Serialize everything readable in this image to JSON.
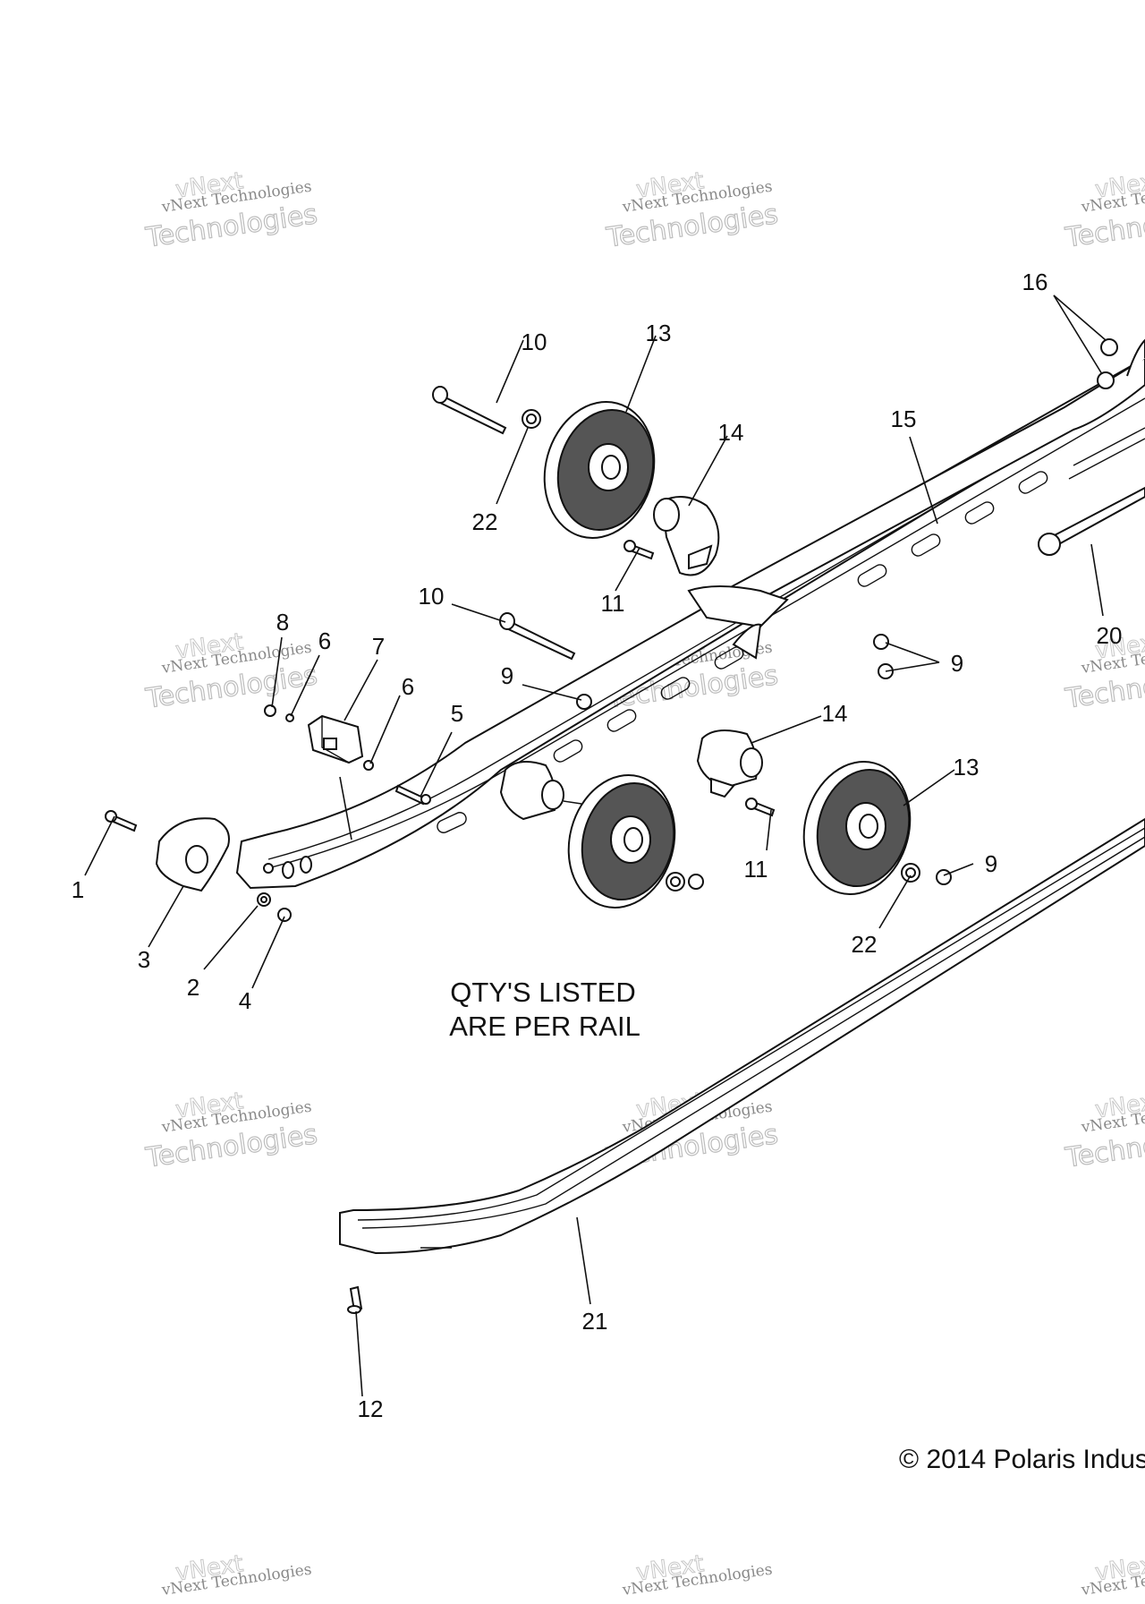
{
  "diagram": {
    "note_lines": [
      "QTY'S LISTED",
      "ARE PER RAIL"
    ],
    "copyright": "© 2014 Polaris Indust",
    "watermark": {
      "line1": "vNext Technologies",
      "line2": "Technologies",
      "line3": "vNext"
    },
    "callouts": [
      {
        "id": "c1",
        "label": "1"
      },
      {
        "id": "c2",
        "label": "2"
      },
      {
        "id": "c3",
        "label": "3"
      },
      {
        "id": "c4",
        "label": "4"
      },
      {
        "id": "c5",
        "label": "5"
      },
      {
        "id": "c6a",
        "label": "6"
      },
      {
        "id": "c6b",
        "label": "6"
      },
      {
        "id": "c7",
        "label": "7"
      },
      {
        "id": "c8",
        "label": "8"
      },
      {
        "id": "c9a",
        "label": "9"
      },
      {
        "id": "c9b",
        "label": "9"
      },
      {
        "id": "c9c",
        "label": "9"
      },
      {
        "id": "c10a",
        "label": "10"
      },
      {
        "id": "c10b",
        "label": "10"
      },
      {
        "id": "c11a",
        "label": "11"
      },
      {
        "id": "c11b",
        "label": "11"
      },
      {
        "id": "c12",
        "label": "12"
      },
      {
        "id": "c13a",
        "label": "13"
      },
      {
        "id": "c13b",
        "label": "13"
      },
      {
        "id": "c14a",
        "label": "14"
      },
      {
        "id": "c14b",
        "label": "14"
      },
      {
        "id": "c15",
        "label": "15"
      },
      {
        "id": "c16",
        "label": "16"
      },
      {
        "id": "c20",
        "label": "20"
      },
      {
        "id": "c21",
        "label": "21"
      },
      {
        "id": "c22a",
        "label": "22"
      },
      {
        "id": "c22b",
        "label": "22"
      }
    ]
  }
}
